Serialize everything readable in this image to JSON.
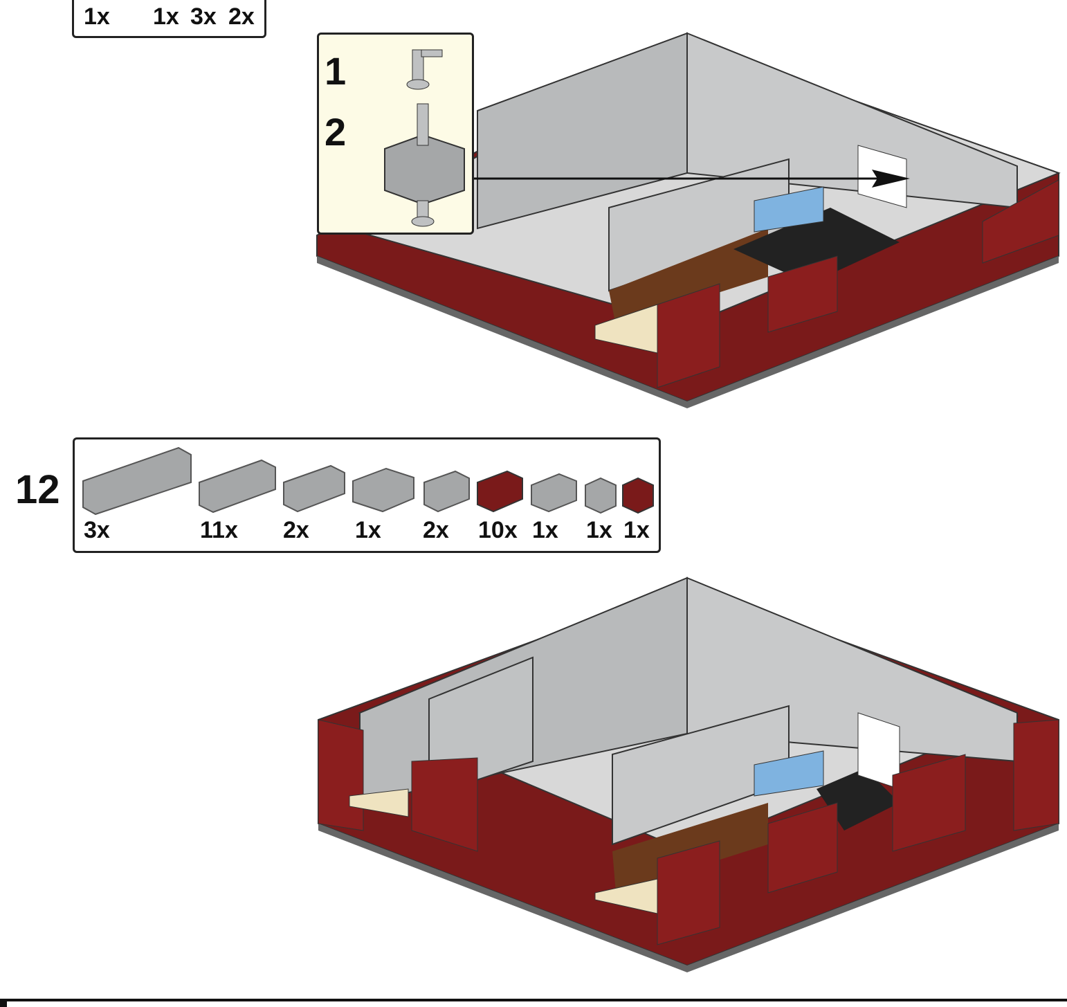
{
  "prev_parts": {
    "quantities": [
      "1x",
      "1x",
      "3x",
      "2x"
    ]
  },
  "callout": {
    "substeps": [
      "1",
      "2"
    ]
  },
  "step": {
    "number": "12",
    "parts": [
      {
        "qty": "3x",
        "part": "brick-1x8",
        "color": "#a5a7a8"
      },
      {
        "qty": "11x",
        "part": "brick-1x6",
        "color": "#a5a7a8"
      },
      {
        "qty": "2x",
        "part": "brick-1x4",
        "color": "#a5a7a8"
      },
      {
        "qty": "1x",
        "part": "brick-2x3",
        "color": "#a5a7a8"
      },
      {
        "qty": "2x",
        "part": "brick-1x3",
        "color": "#a5a7a8"
      },
      {
        "qty": "10x",
        "part": "brick-1x2",
        "color": "#7a1a1a"
      },
      {
        "qty": "1x",
        "part": "brick-masonry",
        "color": "#a5a7a8"
      },
      {
        "qty": "1x",
        "part": "brick-1x1",
        "color": "#a5a7a8"
      },
      {
        "qty": "1x",
        "part": "brick-1x1",
        "color": "#7a1a1a"
      }
    ]
  },
  "colors": {
    "gray": "#a5a7a8",
    "dark_red": "#7a1a1a",
    "tan": "#efe3c0",
    "brown": "#6b3a1c",
    "callout_bg": "#fdfbe6"
  }
}
